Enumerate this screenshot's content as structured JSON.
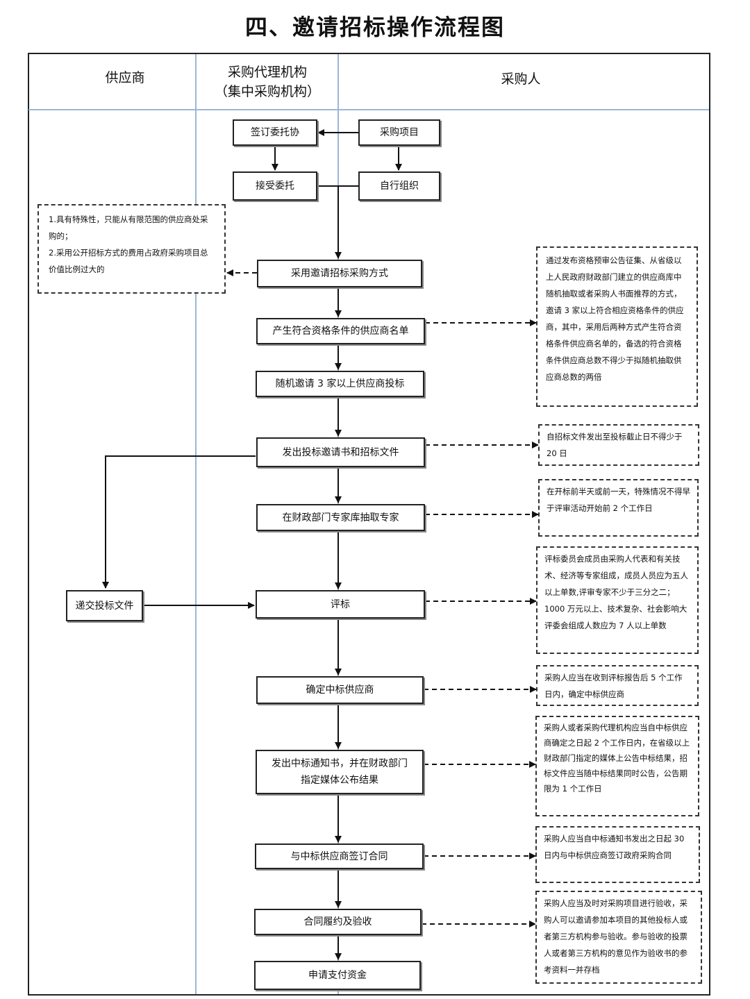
{
  "title": "四、邀请招标操作流程图",
  "lanes": {
    "supplier": "供应商",
    "agency_line1": "采购代理机构",
    "agency_line2": "（集中采购机构）",
    "purchaser": "采购人"
  },
  "steps": {
    "sign_entrust": "签订委托协",
    "purchase_project": "采购项目",
    "accept_entrust": "接受委托",
    "self_organize": "自行组织",
    "adopt_method": "采用邀请招标采购方式",
    "generate_list": "产生符合资格条件的供应商名单",
    "invite_random": "随机邀请 3 家以上供应商投标",
    "issue_docs": "发出投标邀请书和招标文件",
    "extract_experts": "在财政部门专家库抽取专家",
    "submit_bid": "递交投标文件",
    "evaluate": "评标",
    "determine_winner": "确定中标供应商",
    "notify_line1": "发出中标通知书，并在财政部门",
    "notify_line2": "指定媒体公布结果",
    "sign_contract": "与中标供应商签订合同",
    "perform_accept": "合同履约及验收",
    "apply_payment": "申请支付资金"
  },
  "notes": {
    "conditions": "1.具有特殊性，只能从有限范围的供应商处采购的；\n2.采用公开招标方式的费用占政府采购项目总价值比例过大的",
    "list_method": "通过发布资格预审公告征集、从省级以上人民政府财政部门建立的供应商库中随机抽取或者采购人书面推荐的方式，邀请 3 家以上符合相应资格条件的供应商，其中，采用后两种方式产生符合资格条件供应商名单的，备选的符合资格条件供应商总数不得少于拟随机抽取供应商总数的两倍",
    "doc_period": "自招标文件发出至投标截止日不得少于 20 日",
    "expert_time": "在开标前半天或前一天，特殊情况不得早于评审活动开始前 2 个工作日",
    "committee": "评标委员会成员由采购人代表和有关技术、经济等专家组成，成员人员应为五人以上单数,评审专家不少于三分之二；1000 万元以上、技术复杂、社会影响大评委会组成人数应为 7 人以上单数",
    "winner_time": "采购人应当在收到评标报告后 5 个工作日内，确定中标供应商",
    "announce": "采购人或者采购代理机构应当自中标供应商确定之日起 2 个工作日内，在省级以上财政部门指定的媒体上公告中标结果，招标文件应当随中标结果同时公告，公告期限为 1 个工作日",
    "contract_time": "采购人应当自中标通知书发出之日起 30 日内与中标供应商签订政府采购合同",
    "acceptance": "采购人应当及时对采购项目进行验收，采购人可以邀请参加本项目的其他投标人或者第三方机构参与验收。参与验收的投票人或者第三方机构的意见作为验收书的参考资料一并存档"
  },
  "colors": {
    "lane_divider": "#9bb6d6",
    "line": "#111111"
  }
}
